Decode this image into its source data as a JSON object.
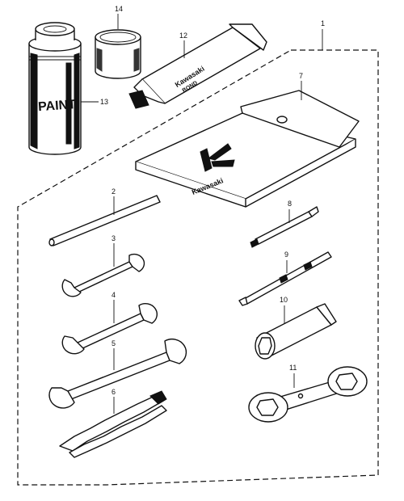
{
  "callouts": {
    "n1": "1",
    "n2": "2",
    "n3": "3",
    "n4": "4",
    "n5": "5",
    "n6": "6",
    "n7": "7",
    "n8": "8",
    "n9": "9",
    "n10": "10",
    "n11": "11",
    "n12": "12",
    "n13": "13",
    "n14": "14"
  },
  "product_text": {
    "paint_can": "PAINT",
    "tube_brand": "Kawasaki",
    "tube_product": "BOND",
    "pouch_brand": "Kawasaki"
  },
  "colors": {
    "ink": "#111111",
    "paper": "#ffffff"
  }
}
